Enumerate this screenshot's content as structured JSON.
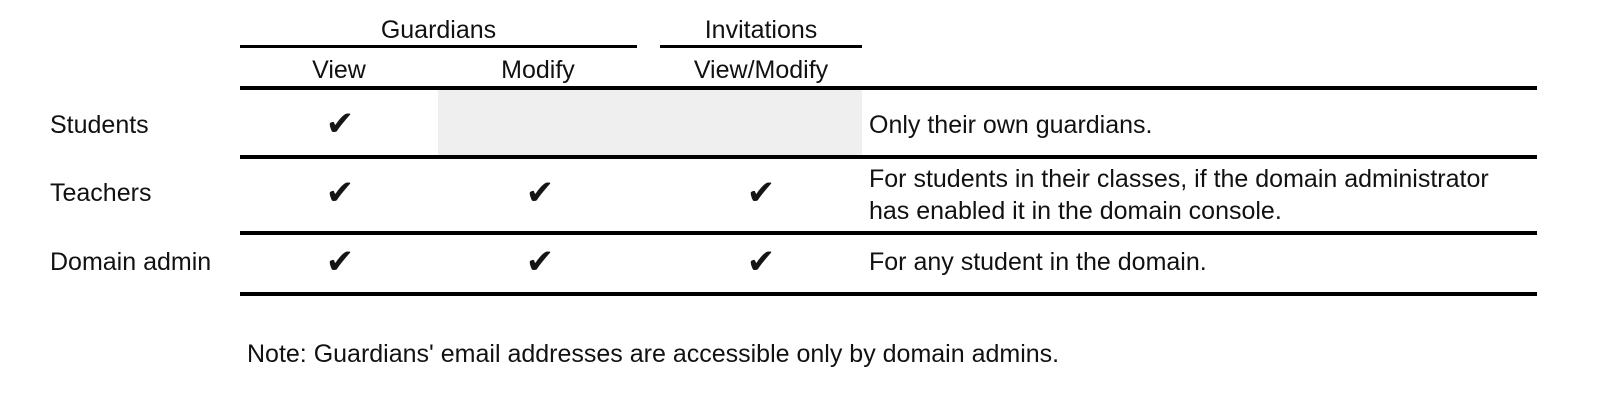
{
  "table": {
    "column_groups": [
      {
        "label": "Guardians",
        "spans": [
          "View",
          "Modify"
        ]
      },
      {
        "label": "Invitations",
        "spans": [
          "View/Modify"
        ]
      }
    ],
    "columns": [
      {
        "key": "guardians_view",
        "label": "View"
      },
      {
        "key": "guardians_modify",
        "label": "Modify"
      },
      {
        "key": "invitations_viewmodify",
        "label": "View/Modify"
      },
      {
        "key": "notes",
        "label": ""
      }
    ],
    "check_glyph": "✔",
    "shade_color": "#efefef",
    "rule_color": "#000000",
    "rows": [
      {
        "label": "Students",
        "guardians_view": true,
        "guardians_modify": false,
        "invitations_viewmodify": false,
        "shaded": true,
        "notes": "Only their own guardians."
      },
      {
        "label": "Teachers",
        "guardians_view": true,
        "guardians_modify": true,
        "invitations_viewmodify": true,
        "shaded": false,
        "notes": "For students in their classes, if the domain administrator has enabled it in the domain console."
      },
      {
        "label": "Domain admin",
        "guardians_view": true,
        "guardians_modify": true,
        "invitations_viewmodify": true,
        "shaded": false,
        "notes": "For any student in the domain."
      }
    ]
  },
  "footer": {
    "note": "Note: Guardians' email addresses are accessible only by domain admins."
  }
}
